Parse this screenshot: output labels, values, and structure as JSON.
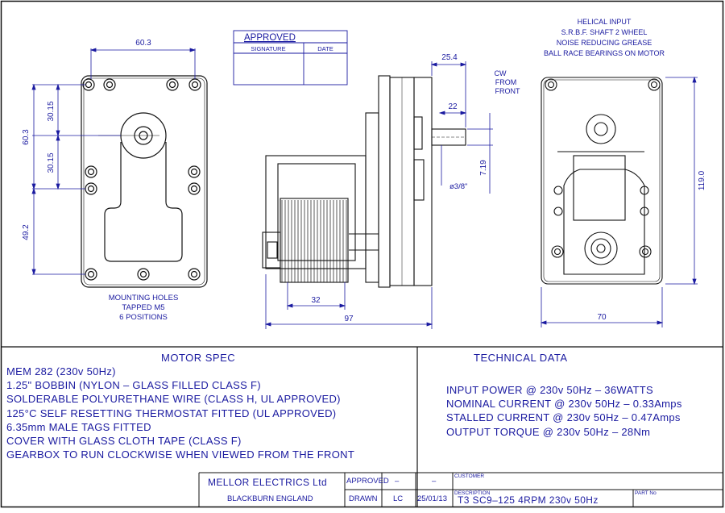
{
  "approval_box": {
    "title": "APPROVED",
    "col_signature": "SIGNATURE",
    "col_date": "DATE"
  },
  "front_view": {
    "width_dim": "60.3",
    "height_dim": "60.3",
    "upper_pitch": "30.15",
    "lower_pitch": "30.15",
    "bottom_dim": "49.2",
    "note_lines": [
      "MOUNTING HOLES",
      "TAPPED M5",
      "6 POSITIONS"
    ]
  },
  "side_view": {
    "dim_top": "25.4",
    "dim_shaft": "22",
    "dim_flat": "7.19",
    "dim_shaft_dia": "ø3/8\"",
    "dim_bobbin": "32",
    "dim_overall": "97",
    "rotation_lines": [
      "CW",
      "FROM",
      "FRONT"
    ]
  },
  "rear_view": {
    "note_lines": [
      "HELICAL INPUT",
      "S.R.B.F. SHAFT 2 WHEEL",
      "NOISE REDUCING GREASE",
      "BALL RACE BEARINGS ON MOTOR"
    ],
    "height_dim": "119.0",
    "width_dim": "70"
  },
  "motor_spec": {
    "heading": "MOTOR SPEC",
    "lines": [
      "MEM 282 (230v 50Hz)",
      "1.25\" BOBBIN (NYLON – GLASS FILLED CLASS F)",
      "SOLDERABLE POLYURETHANE WIRE (CLASS H, UL APPROVED)",
      "125°C SELF RESETTING THERMOSTAT FITTED (UL APPROVED)",
      "6.35mm MALE TAGS FITTED",
      "COVER WITH GLASS CLOTH TAPE (CLASS F)",
      "GEARBOX TO RUN CLOCKWISE WHEN VIEWED FROM THE FRONT"
    ]
  },
  "technical_data": {
    "heading": "TECHNICAL DATA",
    "lines": [
      "INPUT POWER @ 230v 50Hz – 36WATTS",
      "NOMINAL CURRENT @ 230v 50Hz – 0.33Amps",
      "STALLED CURRENT @ 230v 50Hz – 0.47Amps",
      "OUTPUT TORQUE @ 230v 50Hz – 28Nm"
    ]
  },
  "title_block": {
    "company": "MELLOR ELECTRICS Ltd",
    "location": "BLACKBURN ENGLAND",
    "approved_label": "APPROVED",
    "approved_by": "–",
    "approved_date": "–",
    "drawn_label": "DRAWN",
    "drawn_by": "LC",
    "drawn_date": "25/01/13",
    "customer_label": "CUSTOMER",
    "customer_value": "",
    "description_label": "DESCRIPTION",
    "description_value": "T3 SC9–125 4RPM 230v 50Hz",
    "part_no_label": "PART No",
    "part_no_value": ""
  }
}
